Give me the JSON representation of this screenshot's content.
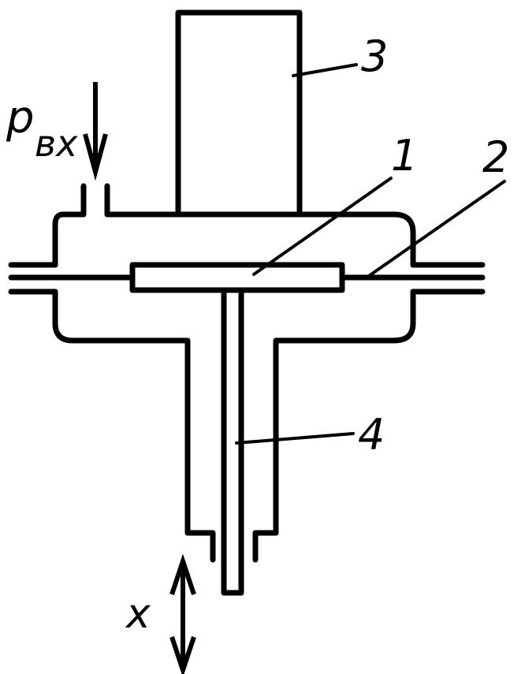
{
  "labels": {
    "inlet_symbol": "p",
    "inlet_subscript": "вх",
    "part_1": "1",
    "part_2": "2",
    "part_3": "3",
    "part_4": "4",
    "motion": "x"
  }
}
